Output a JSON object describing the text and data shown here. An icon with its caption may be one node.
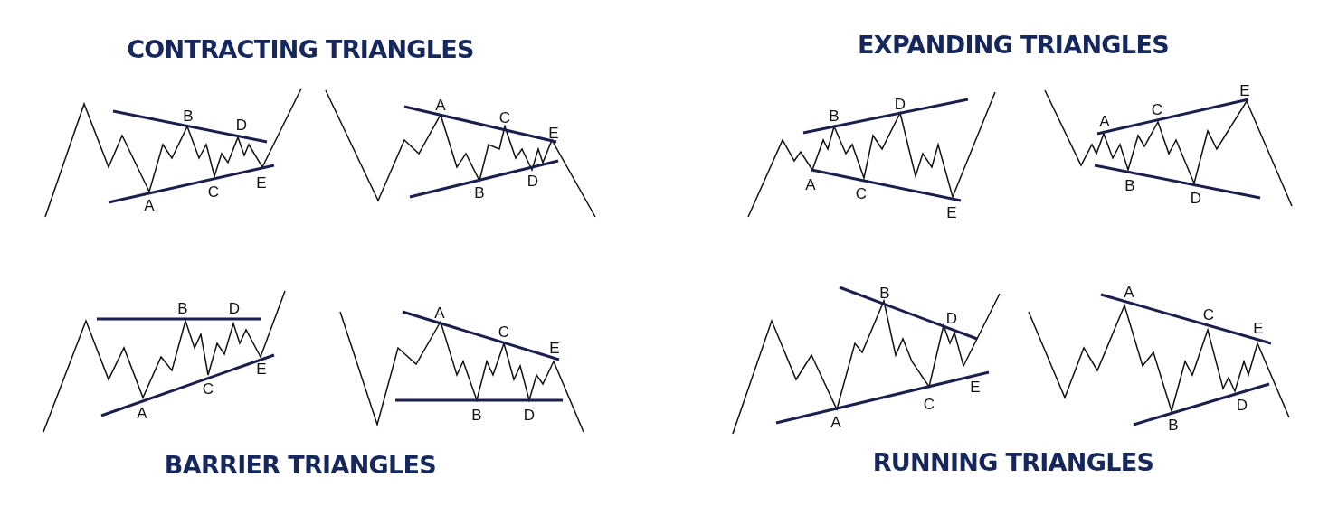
{
  "diagram": {
    "labels": [
      "CONTRACTING TRIANGLES",
      "EXPANDING TRIANGLES",
      "A",
      "B",
      "C",
      "D",
      "E",
      "A",
      "B",
      "C",
      "D",
      "E",
      "A",
      "B",
      "C",
      "D",
      "E",
      "A",
      "B",
      "C",
      "D",
      "E",
      "A",
      "B",
      "C",
      "D",
      "E",
      "A",
      "B",
      "C",
      "D",
      "E",
      "A",
      "B",
      "C",
      "D",
      "E",
      "A",
      "B",
      "C",
      "D",
      "E",
      "BARRIER TRIANGLES",
      "RUNNING TRIANGLES"
    ]
  }
}
